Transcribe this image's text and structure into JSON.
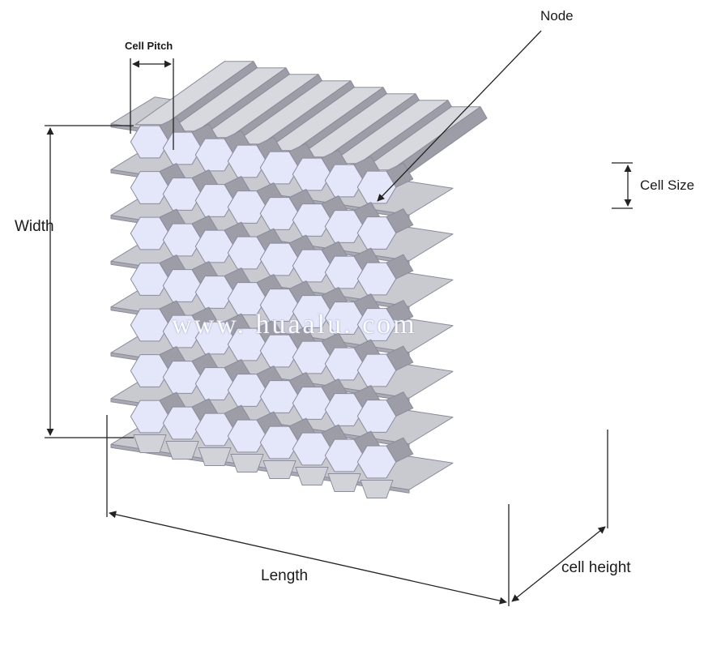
{
  "labels": {
    "node": "Node",
    "cell_pitch": "Cell Pitch",
    "cell_size": "Cell Size",
    "width": "Width",
    "length": "Length",
    "cell_height": "cell height"
  },
  "watermark": "www. huaalu. com",
  "honeycomb": {
    "rows": 7,
    "columns": 8
  },
  "colors": {
    "cell_face": "#e4e6fa",
    "cell_edge": "#8a8c9c",
    "strip_top": "#c9cad0",
    "strip_front": "#a9aab2",
    "strip_back": "#9c9da6",
    "dimension_line": "#222222"
  }
}
